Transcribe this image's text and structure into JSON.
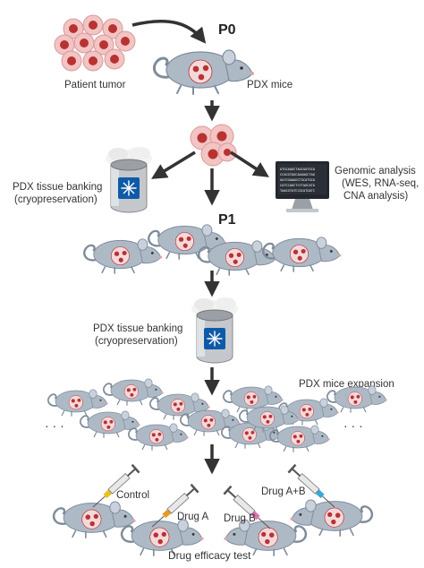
{
  "stages": {
    "p0": "P0",
    "p1": "P1"
  },
  "labels": {
    "patient_tumor": "Patient tumor",
    "pdx_mice": "PDX mice",
    "banking_1_line1": "PDX tissue banking",
    "banking_1_line2": "(cryopreservation)",
    "genomic_line1": "Genomic analysis",
    "genomic_line2": "(WES, RNA-seq,",
    "genomic_line3": "CNA analysis)",
    "banking_2_line1": "PDX tissue banking",
    "banking_2_line2": "(cryopreservation)",
    "expansion": "PDX mice expansion",
    "ellipsis_left": "· · ·",
    "ellipsis_right": "· · ·",
    "control": "Control",
    "drug_a": "Drug A",
    "drug_b": "Drug B",
    "drug_ab": "Drug A+B",
    "efficacy": "Drug efficacy test"
  },
  "monitor_text": [
    "ATGCAAGCTAGCGATGCA",
    "CCACGTAGCAAGAGCTAG",
    "GATCGAAAGCTGCATGCA",
    "CATCCAGCTCCTAGCATA",
    "TAACGTATCCGCATGATC"
  ],
  "colors": {
    "mouse_fill": "#aeb9c6",
    "mouse_stroke": "#7f8c9a",
    "cell_fill": "#f3c4c4",
    "nucleus": "#b83232",
    "arrow": "#333333",
    "syringe_control": "#e8c020",
    "syringe_drug_a": "#e89a20",
    "syringe_drug_b": "#e070a8",
    "syringe_drug_ab": "#3aa8d8"
  }
}
